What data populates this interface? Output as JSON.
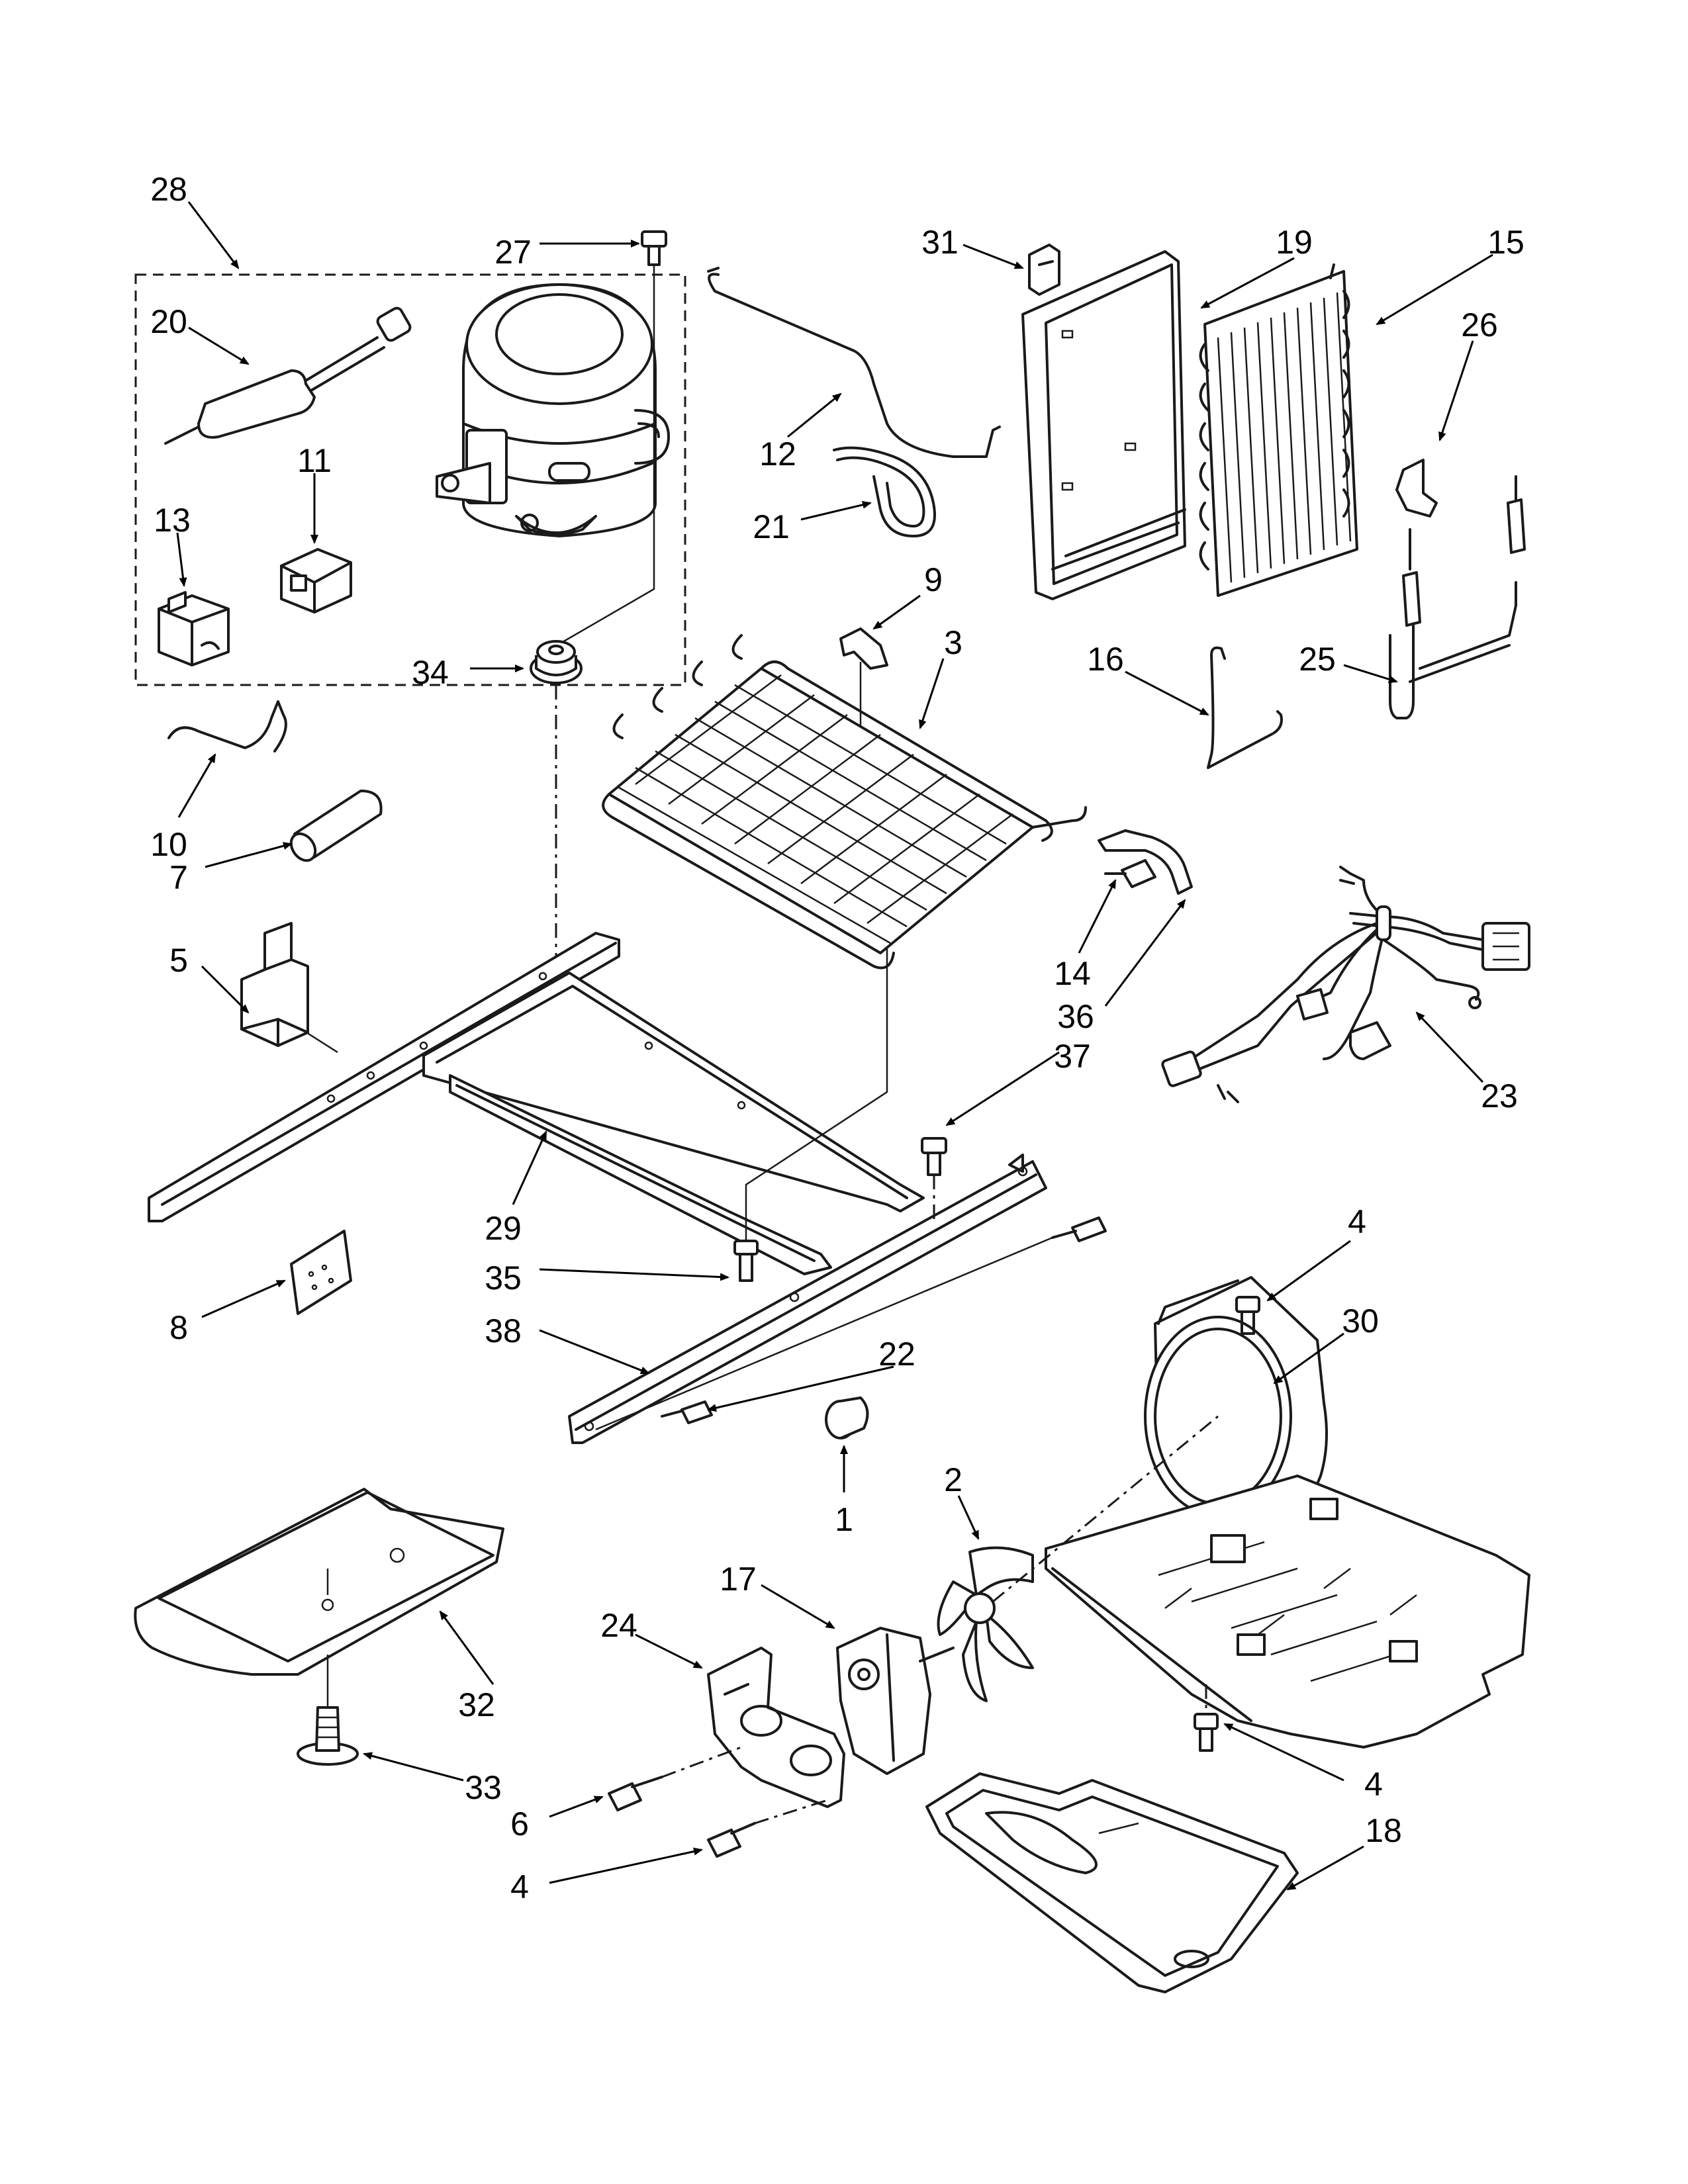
{
  "diagram": {
    "parts": [
      {
        "id": "compressor",
        "icon": "compressor-icon"
      },
      {
        "id": "condenser",
        "icon": "condenser-coil-icon"
      },
      {
        "id": "evaporator",
        "icon": "evaporator-coil-icon"
      },
      {
        "id": "fan-motor",
        "icon": "fan-motor-icon"
      },
      {
        "id": "fan-blade",
        "icon": "fan-blade-icon"
      },
      {
        "id": "drain-pan",
        "icon": "drain-pan-icon"
      },
      {
        "id": "base-plate",
        "icon": "base-plate-icon"
      },
      {
        "id": "wire-harness",
        "icon": "wire-harness-icon"
      }
    ],
    "callouts": [
      {
        "label": "28"
      },
      {
        "label": "27"
      },
      {
        "label": "20"
      },
      {
        "label": "11"
      },
      {
        "label": "13"
      },
      {
        "label": "34"
      },
      {
        "label": "10"
      },
      {
        "label": "7"
      },
      {
        "label": "5"
      },
      {
        "label": "29"
      },
      {
        "label": "35"
      },
      {
        "label": "8"
      },
      {
        "label": "38"
      },
      {
        "label": "12"
      },
      {
        "label": "21"
      },
      {
        "label": "31"
      },
      {
        "label": "19"
      },
      {
        "label": "15"
      },
      {
        "label": "26"
      },
      {
        "label": "9"
      },
      {
        "label": "3"
      },
      {
        "label": "16"
      },
      {
        "label": "25"
      },
      {
        "label": "14"
      },
      {
        "label": "36"
      },
      {
        "label": "37"
      },
      {
        "label": "23"
      },
      {
        "label": "22"
      },
      {
        "label": "4"
      },
      {
        "label": "30"
      },
      {
        "label": "1"
      },
      {
        "label": "2"
      },
      {
        "label": "17"
      },
      {
        "label": "24"
      },
      {
        "label": "32"
      },
      {
        "label": "33"
      },
      {
        "label": "6"
      },
      {
        "label": "4"
      },
      {
        "label": "4"
      },
      {
        "label": "18"
      }
    ]
  }
}
